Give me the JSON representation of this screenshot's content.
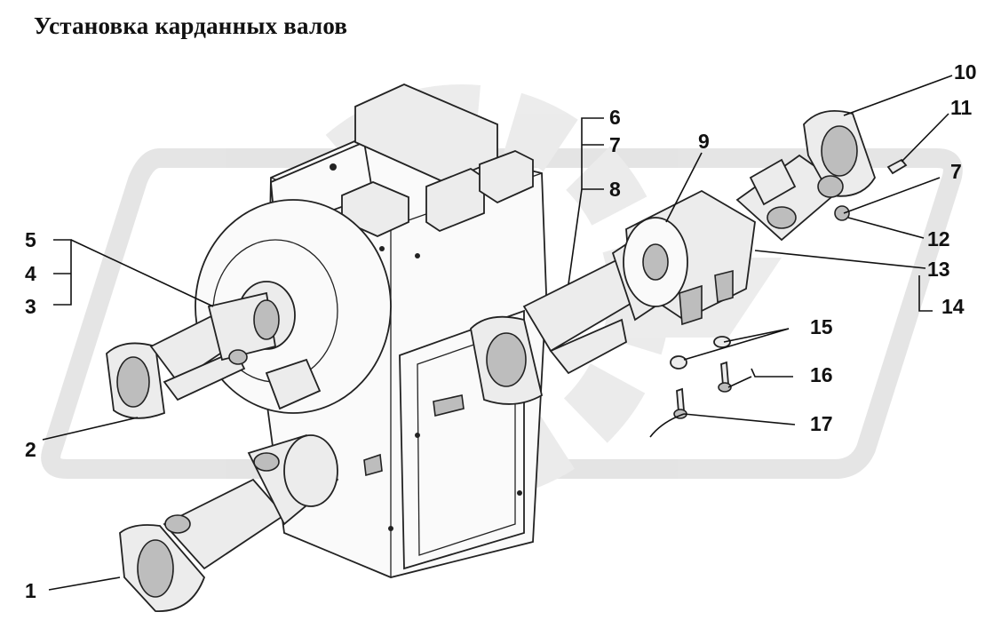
{
  "title": "Установка карданных валов",
  "callouts": {
    "c1": "1",
    "c2": "2",
    "c3": "3",
    "c4": "4",
    "c5": "5",
    "c6": "6",
    "c7a": "7",
    "c7b": "7",
    "c8": "8",
    "c9": "9",
    "c10": "10",
    "c11": "11",
    "c12": "12",
    "c13": "13",
    "c14": "14",
    "c15": "15",
    "c16": "16",
    "c17": "17"
  },
  "colors": {
    "ink": "#111111",
    "watermark": "#d9d9d9",
    "part_fill": "#ececec"
  }
}
